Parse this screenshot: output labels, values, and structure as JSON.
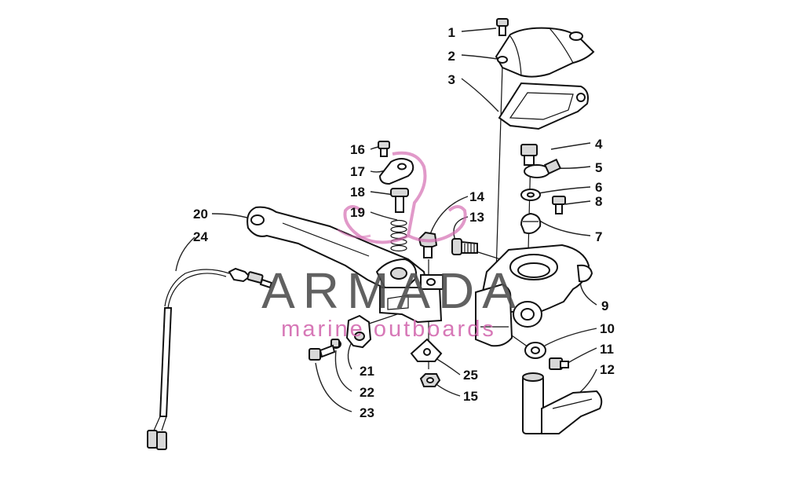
{
  "watermark": {
    "brand": "ARMADA",
    "tagline": "marine outboards",
    "accent_color": "#d36ab0",
    "text_color": "#505050",
    "logo_icon": "anchor-swirl-logo"
  },
  "callouts": [
    {
      "id": "c1",
      "text": "1"
    },
    {
      "id": "c2",
      "text": "2"
    },
    {
      "id": "c3",
      "text": "3"
    },
    {
      "id": "c4",
      "text": "4"
    },
    {
      "id": "c5",
      "text": "5"
    },
    {
      "id": "c6",
      "text": "6"
    },
    {
      "id": "c7",
      "text": "7"
    },
    {
      "id": "c8",
      "text": "8"
    },
    {
      "id": "c9",
      "text": "9"
    },
    {
      "id": "c10",
      "text": "10"
    },
    {
      "id": "c11",
      "text": "11"
    },
    {
      "id": "c12",
      "text": "12"
    },
    {
      "id": "c13",
      "text": "13"
    },
    {
      "id": "c14",
      "text": "14"
    },
    {
      "id": "c15",
      "text": "15"
    },
    {
      "id": "c16",
      "text": "16"
    },
    {
      "id": "c17",
      "text": "17"
    },
    {
      "id": "c18",
      "text": "18"
    },
    {
      "id": "c19",
      "text": "19"
    },
    {
      "id": "c20",
      "text": "20"
    },
    {
      "id": "c21",
      "text": "21"
    },
    {
      "id": "c22",
      "text": "22"
    },
    {
      "id": "c23",
      "text": "23"
    },
    {
      "id": "c24",
      "text": "24"
    },
    {
      "id": "c25",
      "text": "25"
    }
  ]
}
